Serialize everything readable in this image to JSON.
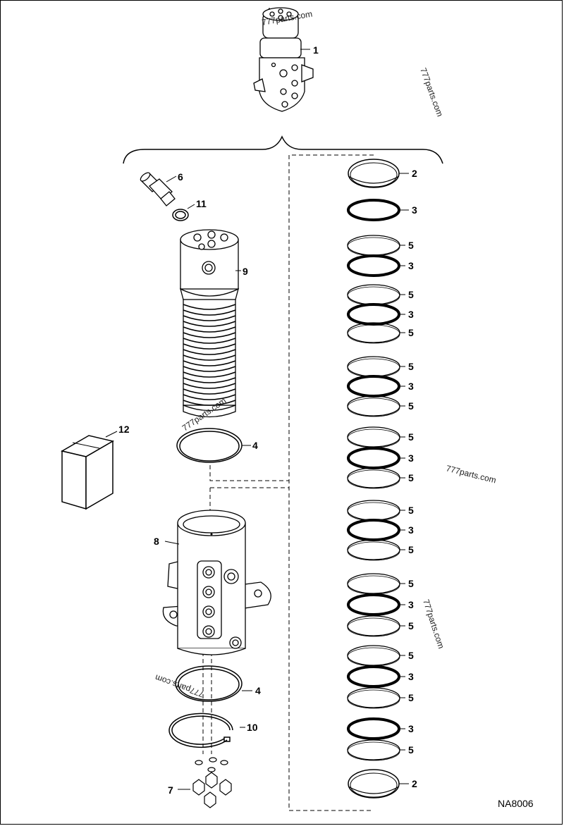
{
  "diagram": {
    "drawing_code": "NA8006",
    "watermark": "777parts.com",
    "callouts": {
      "swivel_assembly": "1",
      "outer_ring_top": "2",
      "outer_ring_bottom": "2",
      "seal": "3",
      "backup_ring": "5",
      "o_ring": "4",
      "fitting": "6",
      "plug": "7",
      "housing": "8",
      "spindle": "9",
      "snap_ring": "10",
      "small_o_ring": "11",
      "seal_kit": "12"
    }
  }
}
